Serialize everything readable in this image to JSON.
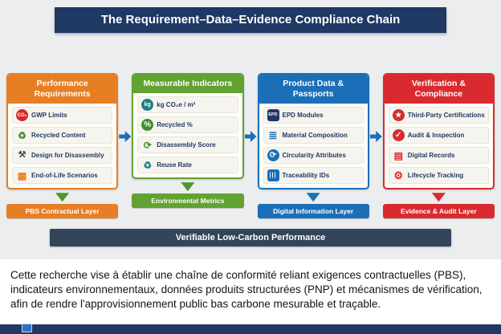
{
  "palette": {
    "navy": "#1F3864",
    "slate_bar": "#33455A",
    "section_background": "#ECEDEE",
    "orange": "#E87E23",
    "green": "#61A233",
    "blue": "#1B6FB8",
    "red": "#D92B2F"
  },
  "title_bar": {
    "text": "The Requirement–Data–Evidence Compliance Chain"
  },
  "columns": [
    {
      "header": "Performance Requirements",
      "color": "#E87E23",
      "arrow_color": "#4E9630",
      "layer": "PBS Contractual Layer",
      "items": [
        {
          "label": "GWP Limits",
          "glyph": "CO₂",
          "icon": "co2-icon",
          "icon_color": "#D9272E"
        },
        {
          "label": "Recycled Content",
          "glyph": "♻",
          "icon": "recycle-icon",
          "icon_color": "#3E8E2F"
        },
        {
          "label": "Design for Disassembly",
          "glyph": "⚒",
          "icon": "tools-icon",
          "icon_color": "#4A4A4A"
        },
        {
          "label": "End-of-Life Scenarios",
          "glyph": "▦",
          "icon": "building-icon",
          "icon_color": "#E87E23"
        }
      ]
    },
    {
      "header": "Measurable Indicators",
      "color": "#61A233",
      "arrow_color": "#4E9630",
      "layer": "Environmental Metrics",
      "items": [
        {
          "label": "kg CO₂e / m²",
          "glyph": "kg",
          "icon": "scale-icon",
          "icon_color": "#1E7F86"
        },
        {
          "label": "Recycled %",
          "glyph": "%",
          "icon": "percent-icon",
          "icon_color": "#3E8E2F"
        },
        {
          "label": "Disassembly Score",
          "glyph": "⟳",
          "icon": "cycle-icon",
          "icon_color": "#3E8E2F"
        },
        {
          "label": "Reuse Rate",
          "glyph": "♻",
          "icon": "reuse-icon",
          "icon_color": "#1E7F86"
        }
      ]
    },
    {
      "header": "Product Data & Passports",
      "color": "#1B6FB8",
      "arrow_color": "#1B6FB8",
      "layer": "Digital Information Layer",
      "items": [
        {
          "label": "EPD Modules",
          "glyph": "EPD",
          "icon": "epd-icon",
          "icon_color": "#1F3864"
        },
        {
          "label": "Material Composition",
          "glyph": "≣",
          "icon": "layers-icon",
          "icon_color": "#1B6FB8"
        },
        {
          "label": "Circularity Attributes",
          "glyph": "⟳",
          "icon": "circularity-icon",
          "icon_color": "#1B6FB8"
        },
        {
          "label": "Traceability IDs",
          "glyph": "|||",
          "icon": "barcode-icon",
          "icon_color": "#1B6FB8"
        }
      ]
    },
    {
      "header": "Verification & Compliance",
      "color": "#D92B2F",
      "arrow_color": "#D92B2F",
      "layer": "Evidence & Audit Layer",
      "items": [
        {
          "label": "Third-Party Certifications",
          "glyph": "★",
          "icon": "certification-badge-icon",
          "icon_color": "#D92B2F"
        },
        {
          "label": "Audit & Inspection",
          "glyph": "✓",
          "icon": "audit-check-icon",
          "icon_color": "#D92B2F"
        },
        {
          "label": "Digital Records",
          "glyph": "▤",
          "icon": "document-icon",
          "icon_color": "#D92B2F"
        },
        {
          "label": "Lifecycle Tracking",
          "glyph": "⚙",
          "icon": "gear-icon",
          "icon_color": "#D92B2F"
        }
      ]
    }
  ],
  "performance_bar": {
    "text": "Verifiable Low-Carbon Performance"
  },
  "caption": {
    "text": "Cette recherche vise à établir une chaîne de conformité reliant exigences contractuelles (PBS), indicateurs environnementaux, données produits structurées (PNP) et mécanismes de vérification, afin de rendre l'approvisionnement public bas carbone mesurable et traçable."
  }
}
